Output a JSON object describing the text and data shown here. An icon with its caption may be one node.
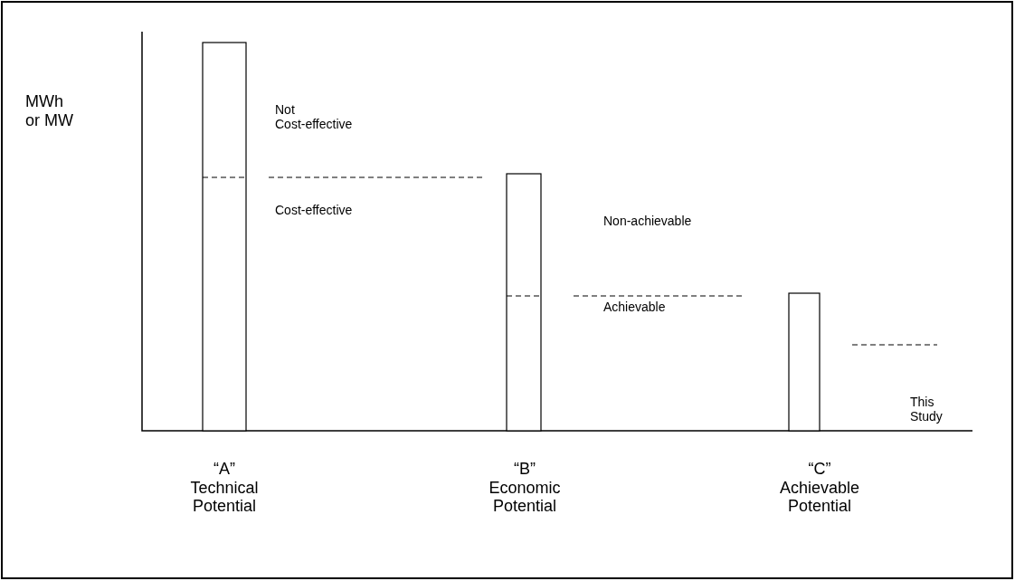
{
  "diagram": {
    "nodes": [
      {
        "text": [],
        "shape": "bar",
        "beside": [
          "“A” Technical Potential"
        ]
      },
      {
        "text": [],
        "shape": "bar",
        "beside": [
          "“B” Economic Potential"
        ]
      },
      {
        "text": [],
        "shape": "bar",
        "beside": [
          "“C” Achievable Potential"
        ]
      }
    ],
    "labels": [
      "MWh or MW",
      "Not Cost-effective",
      "Cost-effective",
      "Non-achievable",
      "Achievable",
      "This Study"
    ]
  }
}
